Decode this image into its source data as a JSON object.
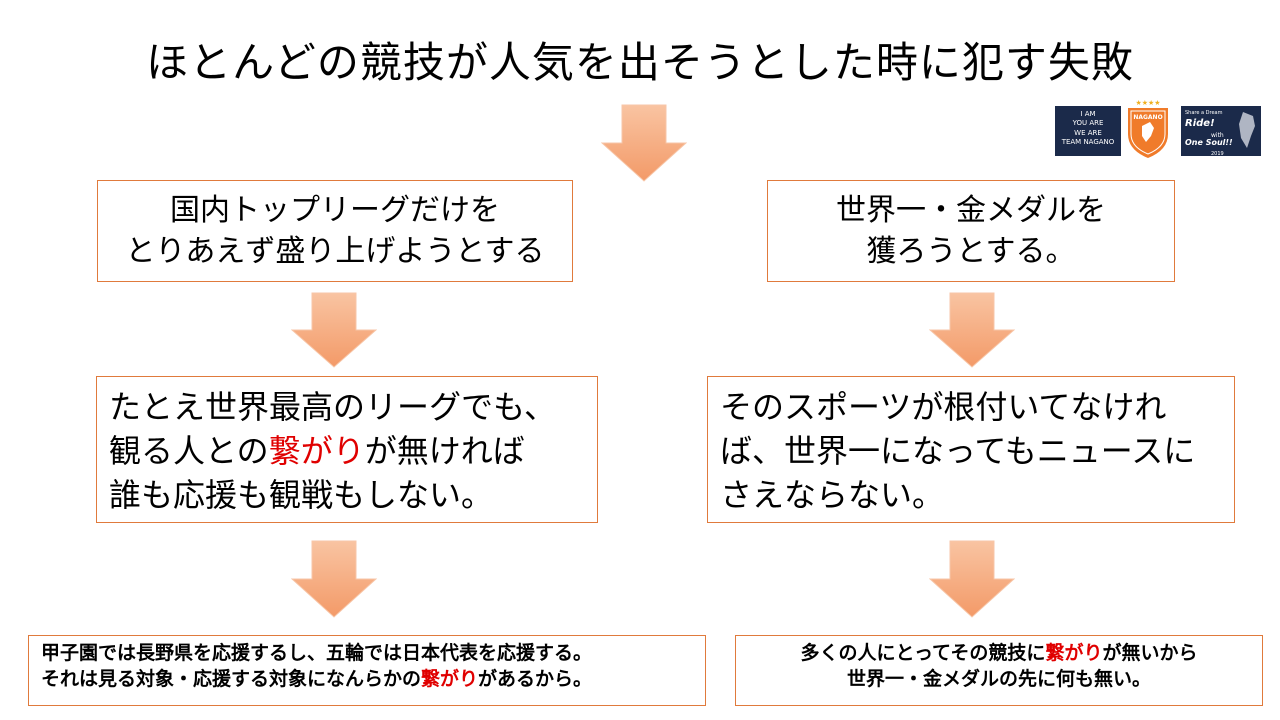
{
  "title": "ほとんどの競技が人気を出そうとした時に犯す失敗",
  "left": {
    "box1_line1": "国内トップリーグだけを",
    "box1_line2": "とりあえず盛り上げようとする",
    "box2_line1": "たとえ世界最高のリーグでも、",
    "box2_line2_pre": "観る人との",
    "box2_line2_red": "繋がり",
    "box2_line2_post": "が無ければ",
    "box2_line3": "誰も応援も観戦もしない。",
    "box3_line1": "甲子園では長野県を応援するし、五輪では日本代表を応援する。",
    "box3_line2_pre": "それは見る対象・応援する対象になんらかの",
    "box3_line2_red": "繋がり",
    "box3_line2_post": "があるから。"
  },
  "right": {
    "box1_line1": "世界一・金メダルを",
    "box1_line2": "獲ろうとする。",
    "box2_line1": "そのスポーツが根付いてなけれ",
    "box2_line2": "ば、世界一になってもニュースに",
    "box2_line3": "さえならない。",
    "box3_line1_pre": "多くの人にとってその競技に",
    "box3_line1_red": "繋がり",
    "box3_line1_post": "が無いから",
    "box3_line2": "世界一・金メダルの先に何も無い。"
  },
  "logos": {
    "badge1_lines": [
      "I AM",
      "YOU ARE",
      "WE ARE",
      "TEAM NAGANO"
    ],
    "badge2_name": "NAGANO",
    "badge2_stars": "★★★★",
    "badge3_small": "Share a Dream",
    "badge3_main": "Ride!",
    "badge3_with": "with",
    "badge3_main2": "One Soul!!",
    "badge3_year": "2019"
  },
  "colors": {
    "accent_red": "#e00000",
    "box_border": "#e07a3c",
    "arrow_fill": "#f6b08a",
    "badge_navy": "#1b2a4a",
    "badge_orange": "#f07b2a"
  }
}
